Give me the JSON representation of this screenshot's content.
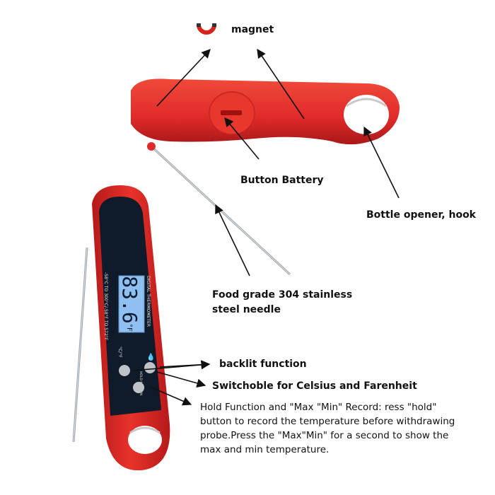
{
  "labels": {
    "magnet": "magnet",
    "button_battery": "Button Battery",
    "bottle_opener": "Bottle opener, hook",
    "needle_line1": "Food grade 304 stainless",
    "needle_line2": "steel needle",
    "backlit": "backlit function",
    "switch_units": "Switchoble for Celsius and Farenheit",
    "hold_lines": [
      "Hold Function and \"Max \"Min\" Record: ress \"hold\"",
      "button to record the temperature before withdrawing",
      "probe.Press the \"Max\"Min\" for a second to show the",
      "max and min temperature."
    ]
  },
  "device": {
    "display_reading": "83.6",
    "display_unit": "°F",
    "brand_text": "DIGITAL THERMOMETER",
    "range_text": "-58°C TO 300°C/-58°F TO 572°F",
    "unit_button_text": "°C/°F",
    "hold_button_text": "HOLD MAX MIN"
  },
  "colors": {
    "body_red": "#e02a2a",
    "dark_red": "#b51a1a",
    "panel_black": "#0f1a2a",
    "lcd_blue": "#8fc0f0",
    "steel": "#9aa0a6"
  }
}
